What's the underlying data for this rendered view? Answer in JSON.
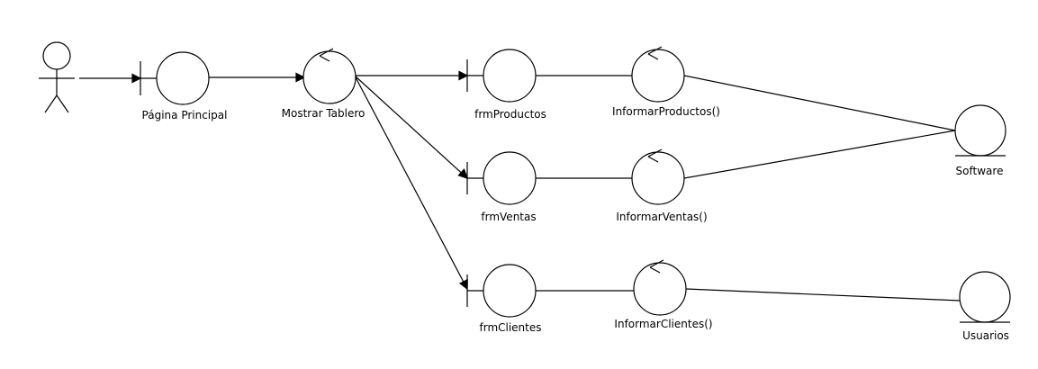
{
  "diagram": {
    "type": "robustness-diagram",
    "nodes": {
      "actor": {
        "kind": "actor",
        "label": ""
      },
      "pagina_principal": {
        "kind": "boundary",
        "label": "Página Principal"
      },
      "mostrar_tablero": {
        "kind": "control",
        "label": "Mostrar Tablero"
      },
      "frm_productos": {
        "kind": "boundary",
        "label": "frmProductos"
      },
      "frm_ventas": {
        "kind": "boundary",
        "label": "frmVentas"
      },
      "frm_clientes": {
        "kind": "boundary",
        "label": "frmClientes"
      },
      "informar_productos": {
        "kind": "control",
        "label": "InformarProductos()"
      },
      "informar_ventas": {
        "kind": "control",
        "label": "InformarVentas()"
      },
      "informar_clientes": {
        "kind": "control",
        "label": "InformarClientes()"
      },
      "software": {
        "kind": "entity",
        "label": "Software"
      },
      "usuarios": {
        "kind": "entity",
        "label": "Usuarios"
      }
    },
    "edges": [
      {
        "from": "actor",
        "to": "pagina_principal",
        "arrow": true
      },
      {
        "from": "pagina_principal",
        "to": "mostrar_tablero",
        "arrow": true
      },
      {
        "from": "mostrar_tablero",
        "to": "frm_productos",
        "arrow": true
      },
      {
        "from": "mostrar_tablero",
        "to": "frm_ventas",
        "arrow": true
      },
      {
        "from": "mostrar_tablero",
        "to": "frm_clientes",
        "arrow": true
      },
      {
        "from": "frm_productos",
        "to": "informar_productos",
        "arrow": false
      },
      {
        "from": "frm_ventas",
        "to": "informar_ventas",
        "arrow": false
      },
      {
        "from": "frm_clientes",
        "to": "informar_clientes",
        "arrow": false
      },
      {
        "from": "informar_productos",
        "to": "software",
        "arrow": false
      },
      {
        "from": "informar_ventas",
        "to": "software",
        "arrow": false
      },
      {
        "from": "informar_clientes",
        "to": "usuarios",
        "arrow": false
      }
    ]
  }
}
